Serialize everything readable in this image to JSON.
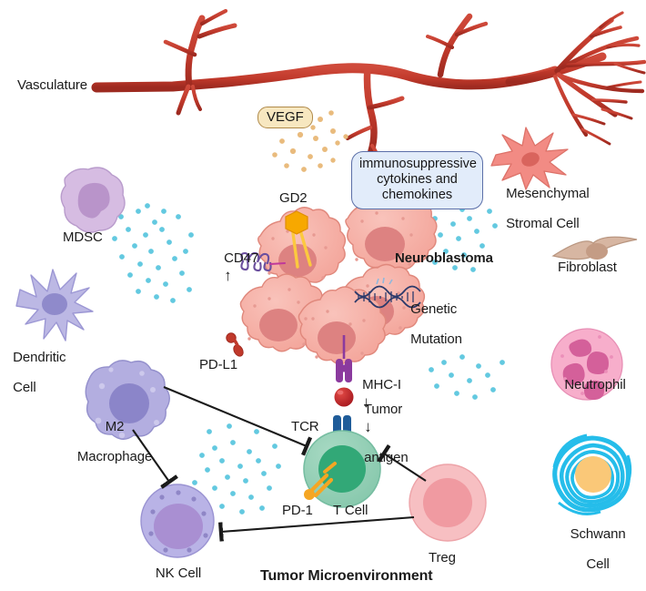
{
  "figure": {
    "title": "Tumor Microenvironment",
    "vasculature_label": "Vasculature",
    "vegf_badge": "VEGF",
    "cytokine_box": {
      "line1": "immunosuppressive",
      "line2": "cytokines and",
      "line3": "chemokines"
    }
  },
  "tumor": {
    "name": "Neuroblastoma",
    "markers": [
      {
        "id": "gd2",
        "label": "GD2",
        "arrow": ""
      },
      {
        "id": "cd47",
        "label": "CD47",
        "arrow": "↑"
      },
      {
        "id": "pdl1",
        "label": "PD-L1",
        "arrow": ""
      },
      {
        "id": "genetic-mutation",
        "label_line1": "Genetic",
        "label_line2": "Mutation",
        "arrow": ""
      },
      {
        "id": "mhc1",
        "label": "MHC-I",
        "arrow": "↓"
      },
      {
        "id": "tumor-antigen",
        "label_line1": "Tumor",
        "label_line2": "antigen",
        "arrow": "↓"
      }
    ]
  },
  "tcell": {
    "name": "T Cell",
    "tcr_label": "TCR",
    "pd1_label": "PD-1"
  },
  "cells": [
    {
      "id": "mdsc",
      "label_line1": "MDSC",
      "label_line2": ""
    },
    {
      "id": "dendritic-cell",
      "label_line1": "Dendritic",
      "label_line2": "Cell"
    },
    {
      "id": "m2-macrophage",
      "label_line1": "M2",
      "label_line2": "Macrophage"
    },
    {
      "id": "nk-cell",
      "label_line1": "NK Cell",
      "label_line2": ""
    },
    {
      "id": "treg",
      "label_line1": "Treg",
      "label_line2": ""
    },
    {
      "id": "mesenchymal-stromal-cell",
      "label_line1": "Mesenchymal",
      "label_line2": "Stromal Cell"
    },
    {
      "id": "fibroblast",
      "label_line1": "Fibroblast",
      "label_line2": ""
    },
    {
      "id": "neutrophil",
      "label_line1": "Neutrophil",
      "label_line2": ""
    },
    {
      "id": "schwann-cell",
      "label_line1": "Schwann",
      "label_line2": "Cell"
    }
  ],
  "colors": {
    "vessel": "#c0392b",
    "vessel_dark": "#9d2a20",
    "tumor_cell": "#f5aca3",
    "tumor_nucleus": "#dd8281",
    "mdsc": "#d6bce2",
    "mdsc_nucleus": "#b994ca",
    "dendritic": "#bcb8e4",
    "dendritic_nucleus": "#8f8acb",
    "macrophage": "#b3aee0",
    "macrophage_nucleus": "#8b85c9",
    "nk_cell": "#b9b3e6",
    "nk_nucleus": "#a98fd2",
    "tcell": "#93ceb3",
    "tcell_nucleus": "#32a877",
    "treg": "#f7bfc2",
    "treg_nucleus": "#f09aa1",
    "mesenchymal": "#f28b84",
    "fibroblast": "#d7b6a2",
    "neutrophil": "#f7aecb",
    "neutrophil_nucleus": "#d4609a",
    "schwann": "#25bdea",
    "schwann_core": "#fac878",
    "cytokine_dot": "#63c9e0",
    "vegf_dot": "#e9bb7d",
    "mhc1": "#8b3a9e",
    "tcr": "#1f5c99",
    "antigen": "#b81f24",
    "gd2": "#f7a800",
    "pd1": "#f5a623",
    "cd47": "#6b4f9e",
    "dna": "#2c3a6b",
    "box_fill": "#e2ecfa",
    "box_border": "#5b6fa8",
    "badge_fill": "#f7e7c0",
    "badge_border": "#b08a4a"
  }
}
